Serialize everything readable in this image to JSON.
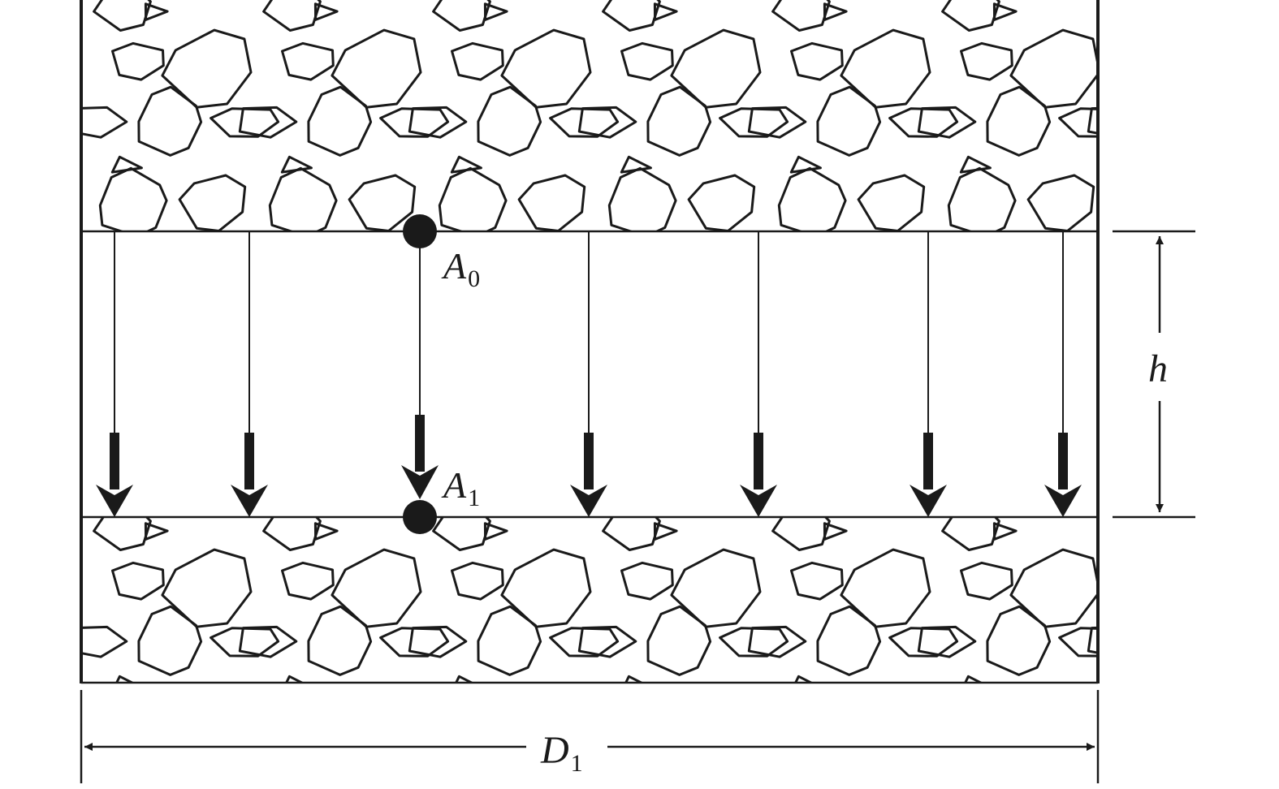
{
  "diagram": {
    "points": {
      "a0": {
        "letter": "A",
        "subscript": "0"
      },
      "a1": {
        "letter": "A",
        "subscript": "1"
      }
    },
    "dimensions": {
      "height": {
        "letter": "h"
      },
      "width": {
        "letter": "D",
        "subscript": "1"
      }
    },
    "flow_arrow_count": 7,
    "colors": {
      "ink": "#1a1a1a",
      "background": "#ffffff"
    }
  }
}
